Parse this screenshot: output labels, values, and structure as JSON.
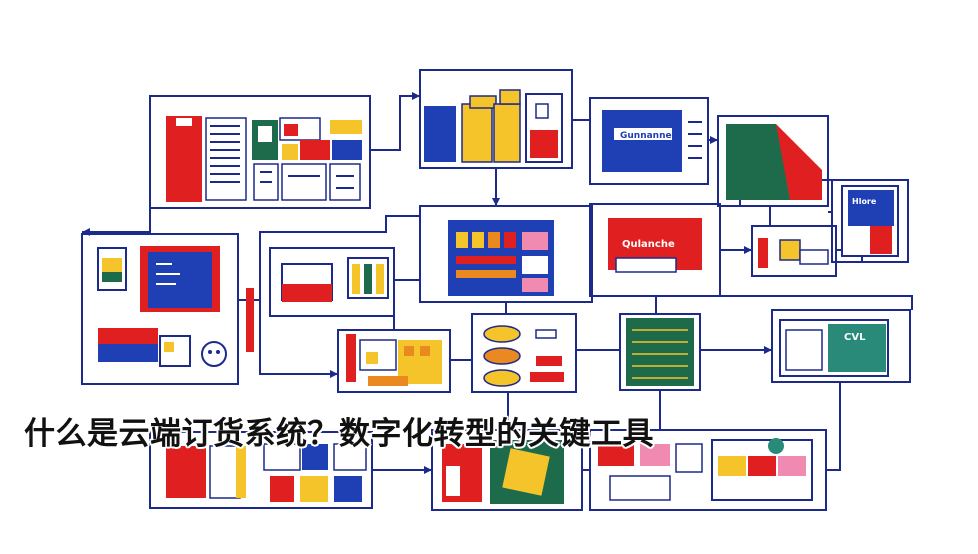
{
  "headline": "什么是云端订货系统？数字化转型的关键工具",
  "illustration_description": "Flowchart-style network of boxed retail and inventory panels: storefronts, shelves with goods, product boxes, dashboards and screens, connected by navy lines and arrows",
  "colors": {
    "navy": "#1c2a8c",
    "red": "#e02020",
    "yellow": "#f4c42a",
    "blue": "#1f3fb5",
    "green": "#1e6b4c",
    "teal": "#2a8a7a",
    "orange": "#e9891f",
    "pink": "#f08ab0",
    "background": "#ffffff"
  },
  "panel_labels": {
    "top_right_sign": "Gunnanne",
    "center_sign": "Qulanche",
    "right_sign": "Hlore",
    "right_screen": "CVL"
  }
}
